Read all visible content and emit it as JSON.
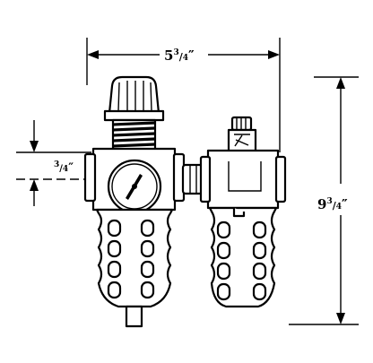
{
  "dimensions": {
    "width_label": {
      "whole": "5",
      "num": "3",
      "den": "4",
      "unit": "″"
    },
    "height_label": {
      "whole": "9",
      "num": "3",
      "den": "4",
      "unit": "″"
    },
    "port_label": {
      "whole": "",
      "num": "3",
      "den": "4",
      "unit": "″"
    }
  },
  "colors": {
    "line": "#000000",
    "background": "#ffffff"
  }
}
